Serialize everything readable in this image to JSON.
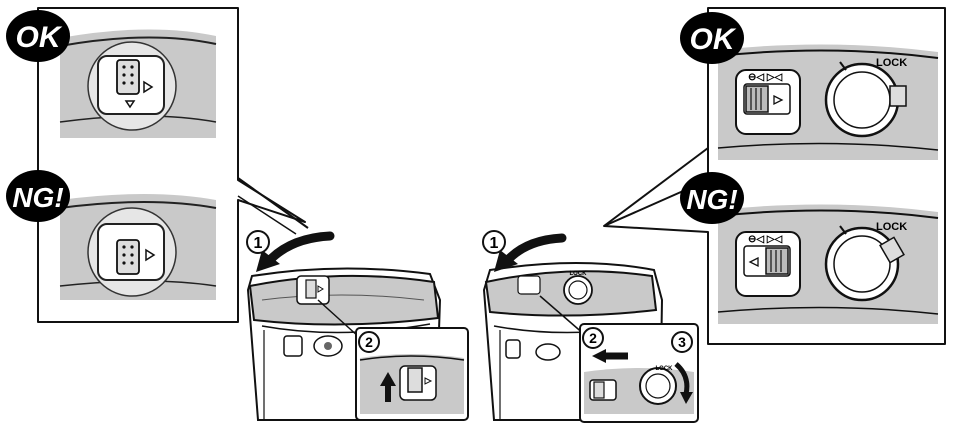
{
  "badges": {
    "ok": "OK",
    "ng": "NG!"
  },
  "steps": {
    "one": "1",
    "two": "2",
    "three": "3"
  },
  "dial": {
    "lock_label": "LOCK",
    "lock_label_small": "LOCK"
  },
  "colors": {
    "panel_gray": "#c9c9c9",
    "line": "#1a1a1a",
    "badge_fill": "#000000",
    "badge_text": "#ffffff"
  },
  "icons": {
    "arrow": "curved-arrow-icon",
    "lock_slider": "lock-slider-icon",
    "dial": "lock-dial-icon"
  }
}
